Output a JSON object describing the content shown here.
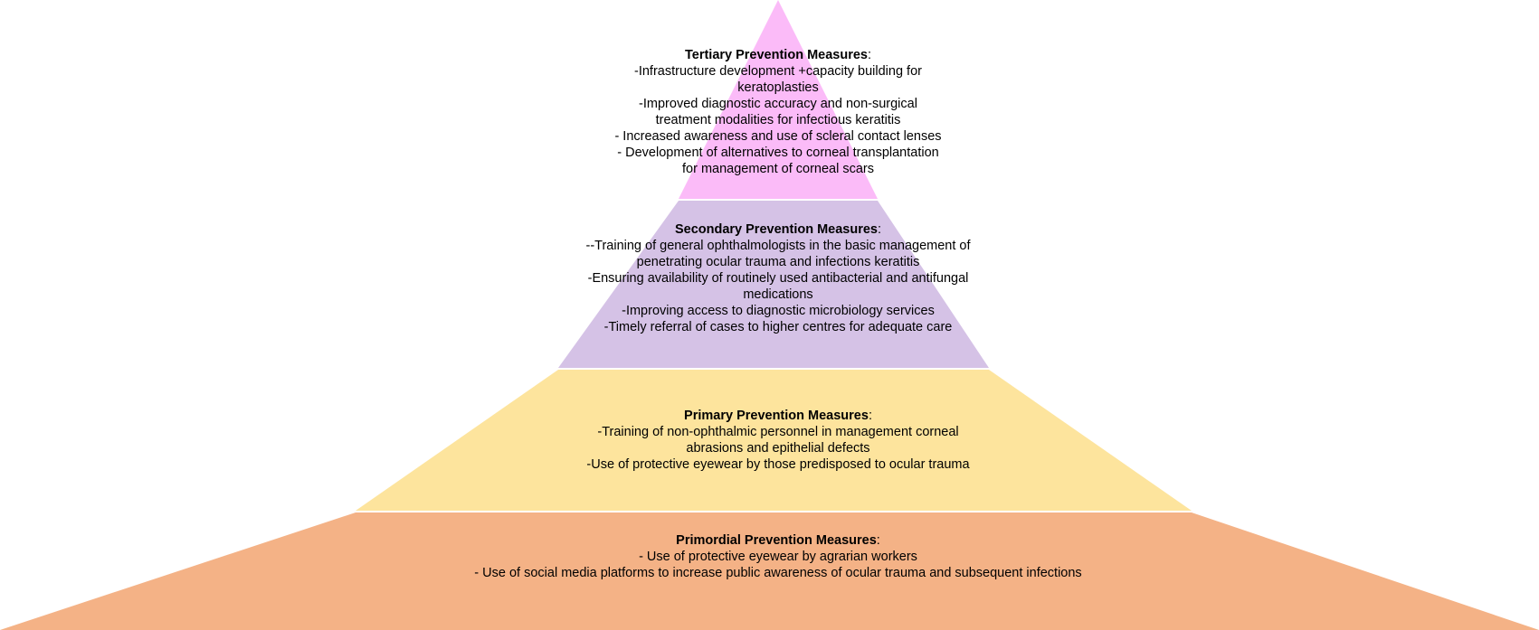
{
  "colors": {
    "tertiary": "#FBBBF8",
    "secondary": "#D5C2E6",
    "primary": "#FDE49D",
    "primordial": "#F4B286",
    "separator": "#FFFFFF"
  },
  "tiers": {
    "tertiary": {
      "title": "Tertiary Prevention Measures",
      "lines": [
        "-Infrastructure development +capacity building for",
        "keratoplasties",
        "-Improved diagnostic accuracy and non-surgical",
        "treatment modalities for infectious keratitis",
        "- Increased awareness and use of scleral contact lenses",
        "- Development of alternatives to corneal transplantation",
        "for management of corneal scars"
      ]
    },
    "secondary": {
      "title": "Secondary Prevention Measures",
      "lines": [
        "--Training of general ophthalmologists in the basic management of",
        "penetrating ocular trauma and infections keratitis",
        "-Ensuring availability of routinely used antibacterial and antifungal",
        "medications",
        "-Improving access to diagnostic microbiology services",
        "-Timely referral of cases to higher centres for adequate care"
      ]
    },
    "primary": {
      "title": "Primary Prevention Measures",
      "lines": [
        "-Training of non-ophthalmic personnel in management corneal",
        "abrasions and epithelial defects",
        "-Use of protective eyewear by those predisposed to ocular trauma"
      ]
    },
    "primordial": {
      "title": "Primordial Prevention Measures",
      "lines": [
        "- Use of protective eyewear by agrarian workers",
        "- Use of social media platforms to increase public awareness of ocular trauma and subsequent infections"
      ]
    }
  }
}
